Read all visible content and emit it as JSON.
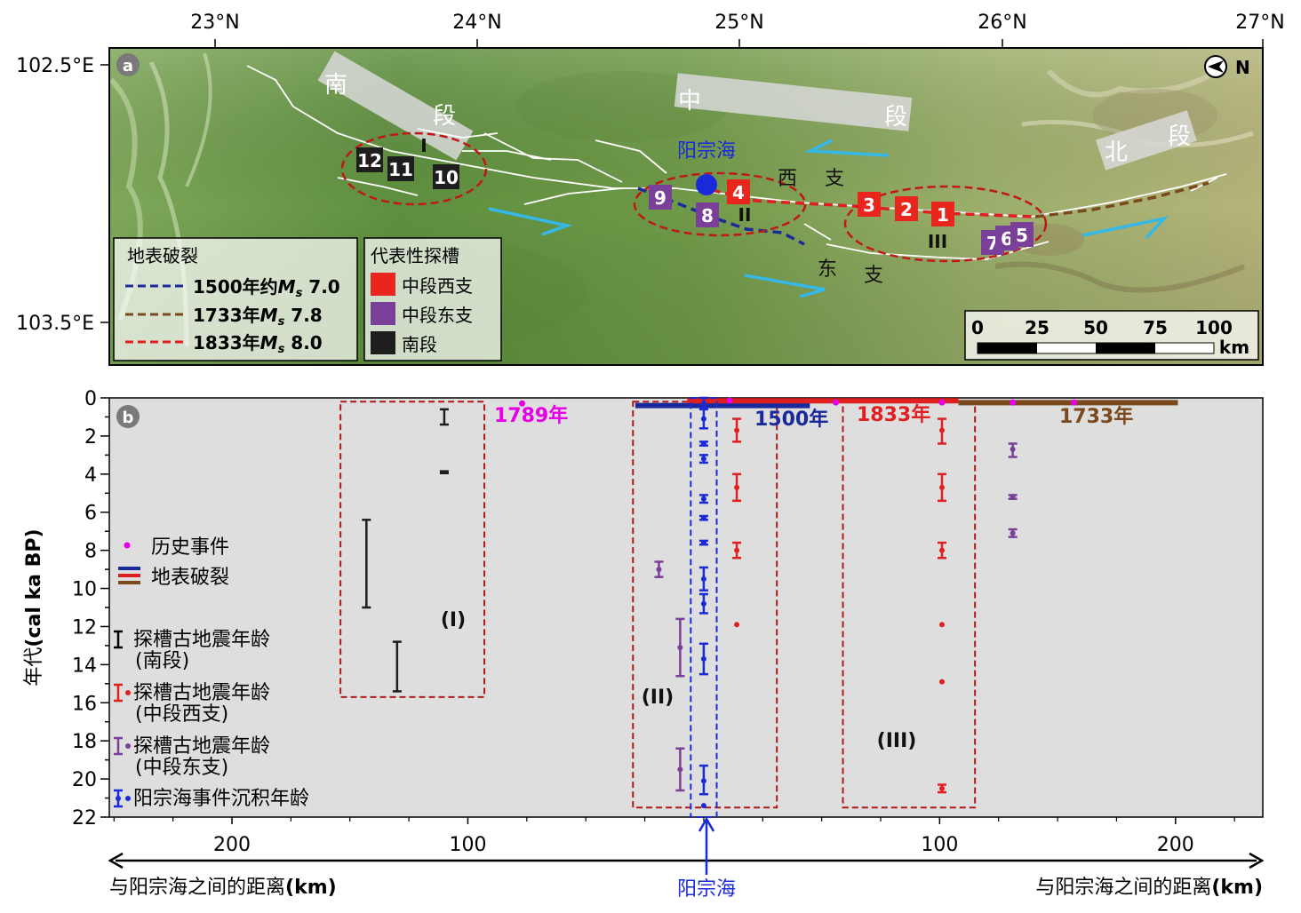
{
  "panel_a": {
    "label": "a",
    "top_ticks": [
      "23°N",
      "24°N",
      "25°N",
      "26°N",
      "27°N"
    ],
    "left_ticks": [
      "102.5°E",
      "103.5°E"
    ],
    "north_label": "N",
    "segments": [
      {
        "chars": [
          "南",
          "段"
        ]
      },
      {
        "chars": [
          "中",
          "段"
        ]
      },
      {
        "chars": [
          "北",
          "段"
        ]
      }
    ],
    "branch_labels": {
      "west": [
        "西",
        "支"
      ],
      "east": [
        "东",
        "支"
      ]
    },
    "lake_label": "阳宗海",
    "cluster_labels": [
      "I",
      "II",
      "III"
    ],
    "trench_boxes": [
      {
        "text": "12",
        "group": "south"
      },
      {
        "text": "11",
        "group": "south"
      },
      {
        "text": "10",
        "group": "south"
      },
      {
        "text": "9",
        "group": "east"
      },
      {
        "text": "8",
        "group": "east"
      },
      {
        "text": "4",
        "group": "west"
      },
      {
        "text": "3",
        "group": "west"
      },
      {
        "text": "2",
        "group": "west"
      },
      {
        "text": "1",
        "group": "west"
      },
      {
        "text": "7",
        "group": "east"
      },
      {
        "text": "6",
        "group": "east"
      },
      {
        "text": "5",
        "group": "east"
      }
    ],
    "legend_rupture": {
      "title": "地表破裂",
      "items": [
        {
          "text": "1500年约",
          "mag": "M",
          "sub": "s",
          "value": " 7.0",
          "color": "#1a2a9a"
        },
        {
          "text": "1733年",
          "mag": "M",
          "sub": "s",
          "value": " 7.8",
          "color": "#7a4a1e"
        },
        {
          "text": "1833年",
          "mag": "M",
          "sub": "s",
          "value": " 8.0",
          "color": "#e02020"
        }
      ]
    },
    "legend_trench": {
      "title": "代表性探槽",
      "items": [
        {
          "text": "中段西支",
          "color": "#e8261e"
        },
        {
          "text": "中段东支",
          "color": "#7a3f98"
        },
        {
          "text": "南段",
          "color": "#1e1e1e"
        }
      ]
    },
    "scale": {
      "ticks": [
        "0",
        "25",
        "50",
        "75",
        "100"
      ],
      "unit": "km"
    }
  },
  "panel_b": {
    "label": "b",
    "ylabel_prefix": "年代",
    "ylabel_unit": "(cal ka BP)",
    "yticks": [
      "0",
      "2",
      "4",
      "6",
      "8",
      "10",
      "12",
      "14",
      "16",
      "18",
      "20",
      "22"
    ],
    "xticks": [
      "200",
      "100",
      "100",
      "200"
    ],
    "xlabel_left": "与阳宗海之间的距离",
    "xlabel_right": "与阳宗海之间的距离",
    "xlabel_unit": "(km)",
    "lake_label": "阳宗海",
    "box_labels": [
      "(I)",
      "(II)",
      "(III)"
    ],
    "event_labels": [
      {
        "text": "1789年",
        "color": "#e600e6"
      },
      {
        "text": "1500年",
        "color": "#1a2a9a"
      },
      {
        "text": "1833年",
        "color": "#e02020"
      },
      {
        "text": "1733年",
        "color": "#7a4a1e"
      }
    ],
    "legend": [
      {
        "text": "历史事件"
      },
      {
        "text": "地表破裂"
      },
      {
        "text": "探槽古地震年龄",
        "sub": "(南段)"
      },
      {
        "text": "探槽古地震年龄",
        "sub": "(中段西支)"
      },
      {
        "text": "探槽古地震年龄",
        "sub": "(中段东支)"
      },
      {
        "text": "阳宗海事件沉积年龄"
      }
    ]
  },
  "colors": {
    "south": "#1e1e1e",
    "west": "#e02020",
    "east": "#7a3f98",
    "lake": "#1a2ad8",
    "r1500": "#1a2a9a",
    "r1733": "#7a4a1e",
    "r1833": "#e02020",
    "hist": "#e600e6",
    "cluster_box": "#b01818",
    "panel_bg": "#dedede",
    "arrow": "#35b8e8"
  },
  "chart_data": {
    "type": "scatter",
    "xlabel": "与阳宗海之间的距离 (km)",
    "ylabel": "年代 (cal ka BP)",
    "xlim": [
      -252,
      237
    ],
    "ylim": [
      0,
      22
    ],
    "lake_x": 0,
    "series": [
      {
        "name": "探槽古地震年龄 (南段)",
        "color": "#1e1e1e",
        "points": [
          {
            "x": -110,
            "y": 1.0,
            "lo": 0.6,
            "hi": 1.4
          },
          {
            "x": -110,
            "y": 3.9,
            "lo": 3.85,
            "hi": 3.95
          },
          {
            "x": -143,
            "y": 8.7,
            "lo": 6.4,
            "hi": 11.0
          },
          {
            "x": -130,
            "y": 14.1,
            "lo": 12.8,
            "hi": 15.4
          }
        ]
      },
      {
        "name": "探槽古地震年龄 (中段西支)",
        "color": "#e02020",
        "points": [
          {
            "x": 14,
            "y": 1.7,
            "lo": 1.1,
            "hi": 2.3
          },
          {
            "x": 14,
            "y": 4.7,
            "lo": 4.0,
            "hi": 5.4
          },
          {
            "x": 14,
            "y": 8.0,
            "lo": 7.6,
            "hi": 8.4
          },
          {
            "x": 14,
            "y": 11.9,
            "lo": 11.9,
            "hi": 11.9
          },
          {
            "x": 101,
            "y": 1.7,
            "lo": 1.1,
            "hi": 2.4
          },
          {
            "x": 101,
            "y": 4.7,
            "lo": 4.0,
            "hi": 5.4
          },
          {
            "x": 101,
            "y": 8.0,
            "lo": 7.6,
            "hi": 8.4
          },
          {
            "x": 101,
            "y": 11.9,
            "lo": 11.9,
            "hi": 11.9
          },
          {
            "x": 101,
            "y": 14.9,
            "lo": 14.9,
            "hi": 14.9
          },
          {
            "x": 101,
            "y": 20.5,
            "lo": 20.3,
            "hi": 20.7
          }
        ]
      },
      {
        "name": "探槽古地震年龄 (中段东支)",
        "color": "#7a3f98",
        "points": [
          {
            "x": -19,
            "y": 9.0,
            "lo": 8.6,
            "hi": 9.4
          },
          {
            "x": -10,
            "y": 13.1,
            "lo": 11.6,
            "hi": 14.6
          },
          {
            "x": -10,
            "y": 19.5,
            "lo": 18.4,
            "hi": 20.6
          },
          {
            "x": 131,
            "y": 2.7,
            "lo": 2.4,
            "hi": 3.1
          },
          {
            "x": 131,
            "y": 5.2,
            "lo": 5.1,
            "hi": 5.3
          },
          {
            "x": 131,
            "y": 7.1,
            "lo": 6.9,
            "hi": 7.3
          }
        ]
      },
      {
        "name": "阳宗海事件沉积年龄",
        "color": "#1a2ad8",
        "points": [
          {
            "x": 0,
            "y": 0.3,
            "lo": 0.0,
            "hi": 0.5
          },
          {
            "x": 0,
            "y": 1.1,
            "lo": 0.6,
            "hi": 1.6
          },
          {
            "x": 0,
            "y": 2.4,
            "lo": 2.3,
            "hi": 2.5
          },
          {
            "x": 0,
            "y": 3.2,
            "lo": 3.0,
            "hi": 3.4
          },
          {
            "x": 0,
            "y": 5.3,
            "lo": 5.1,
            "hi": 5.5
          },
          {
            "x": 0,
            "y": 6.3,
            "lo": 6.2,
            "hi": 6.4
          },
          {
            "x": 0,
            "y": 7.6,
            "lo": 7.5,
            "hi": 7.7
          },
          {
            "x": 0,
            "y": 9.5,
            "lo": 8.9,
            "hi": 10.1
          },
          {
            "x": 0,
            "y": 10.8,
            "lo": 10.3,
            "hi": 11.3
          },
          {
            "x": 0,
            "y": 13.7,
            "lo": 12.9,
            "hi": 14.5
          },
          {
            "x": 0,
            "y": 20.1,
            "lo": 19.3,
            "hi": 20.8
          },
          {
            "x": 0,
            "y": 21.4,
            "lo": 21.4,
            "hi": 21.4
          }
        ]
      },
      {
        "name": "历史事件",
        "color": "#e600e6",
        "points": [
          {
            "x": -77,
            "y": 0.15
          },
          {
            "x": 11,
            "y": 0.0
          },
          {
            "x": 131,
            "y": 0.1
          },
          {
            "x": 56,
            "y": 0.1
          },
          {
            "x": 101,
            "y": 0.1
          },
          {
            "x": 157,
            "y": 0.1
          }
        ]
      }
    ],
    "ruptures": [
      {
        "name": "1500年",
        "color": "#1a2a9a",
        "from": -29,
        "to": 45,
        "y": 0.4
      },
      {
        "name": "1833年",
        "color": "#e02020",
        "from": -7,
        "to": 108,
        "y": 0.15
      },
      {
        "name": "1733年",
        "color": "#7a4a1e",
        "from": 108,
        "to": 201,
        "y": 0.25
      }
    ],
    "boxes": [
      {
        "label": "(I)",
        "x0": -154,
        "x1": -93,
        "y0": 0.2,
        "y1": 15.7
      },
      {
        "label": "(II)",
        "x0": -30,
        "x1": 31,
        "y0": 0.2,
        "y1": 21.5
      },
      {
        "label": "(III)",
        "x0": 59,
        "x1": 115,
        "y0": 0.2,
        "y1": 21.5
      }
    ]
  }
}
